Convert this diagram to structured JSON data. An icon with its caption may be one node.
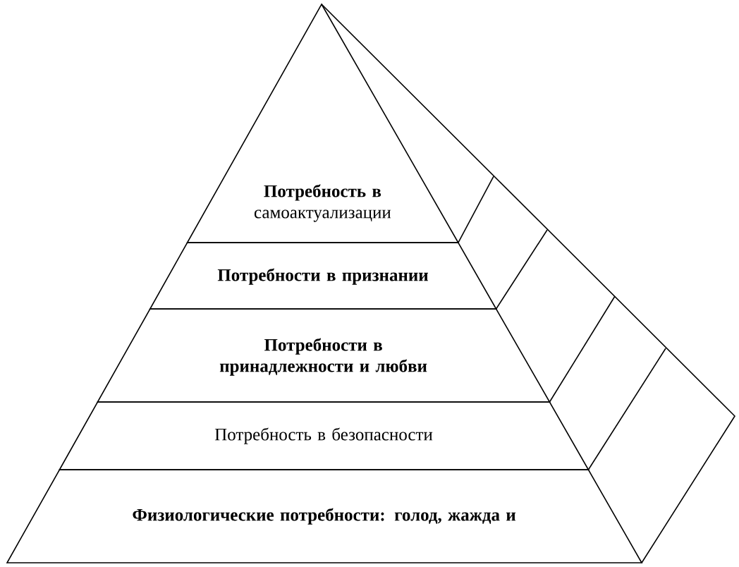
{
  "diagram": {
    "nodes": [
      {
        "text": [
          "**Потребность в** самоактуализации"
        ]
      },
      {
        "text": [
          "Потребности в признании"
        ]
      },
      {
        "text": [
          "Потребности в принадлежности и любви"
        ]
      },
      {
        "text": [
          "Потребность в безопасности"
        ]
      },
      {
        "text": [
          "Физиологические потребности: голод, жажда и"
        ]
      }
    ]
  }
}
